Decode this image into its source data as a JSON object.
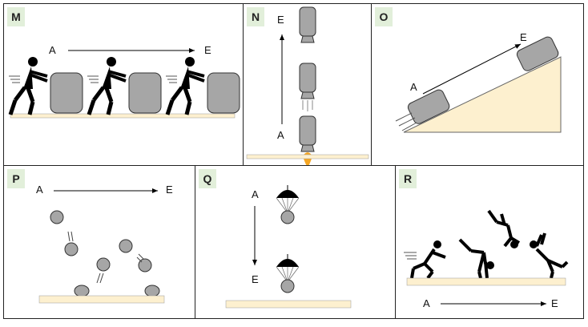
{
  "panels": [
    {
      "tag": "M",
      "start": "A",
      "end": "E"
    },
    {
      "tag": "N",
      "start": "A",
      "end": "E"
    },
    {
      "tag": "O",
      "start": "A",
      "end": "E"
    },
    {
      "tag": "P",
      "start": "A",
      "end": "E"
    },
    {
      "tag": "Q",
      "start": "A",
      "end": "E"
    },
    {
      "tag": "R",
      "start": "A",
      "end": "E"
    }
  ],
  "colors": {
    "floor": "#fdf0cf",
    "object": "#a6a6a6",
    "figure": "#000000",
    "tag_bg": "#e2efda",
    "flame": "#f5a623"
  },
  "icons": [
    "person-pushing-box-icon",
    "rocket-icon",
    "box-on-ramp-icon",
    "bouncing-ball-icon",
    "parachute-icon",
    "tumbling-person-icon"
  ]
}
